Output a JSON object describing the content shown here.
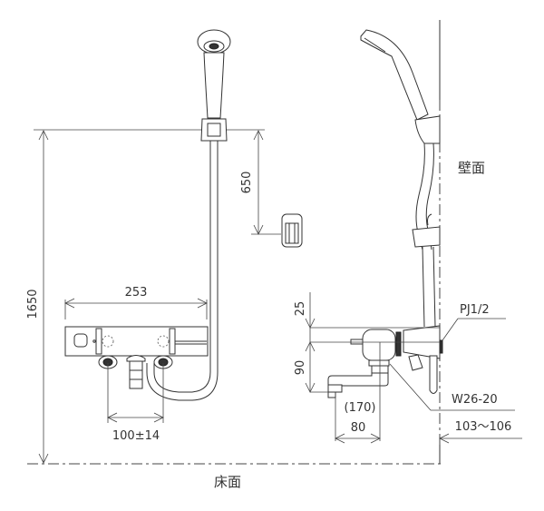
{
  "drawing": {
    "type": "technical-dimension-drawing",
    "subject": "wall-mounted thermostatic shower mixer faucet",
    "views": [
      "front-view",
      "side-view"
    ],
    "line_color": "#333333",
    "background": "#ffffff"
  },
  "reference_labels": {
    "wall": "壁面",
    "floor": "床面"
  },
  "dimensions": {
    "height_to_hook": "1650",
    "hook_to_holder": "650",
    "body_width": "253",
    "inlet_spacing": "100±14",
    "top_offset": "25",
    "spout_drop": "90",
    "spout_reach": "(170)",
    "spout_to_center": "80",
    "wall_to_center": "103～106"
  },
  "callouts": {
    "wall_connection": "PJ1/2",
    "shower_connection": "W26-20"
  }
}
